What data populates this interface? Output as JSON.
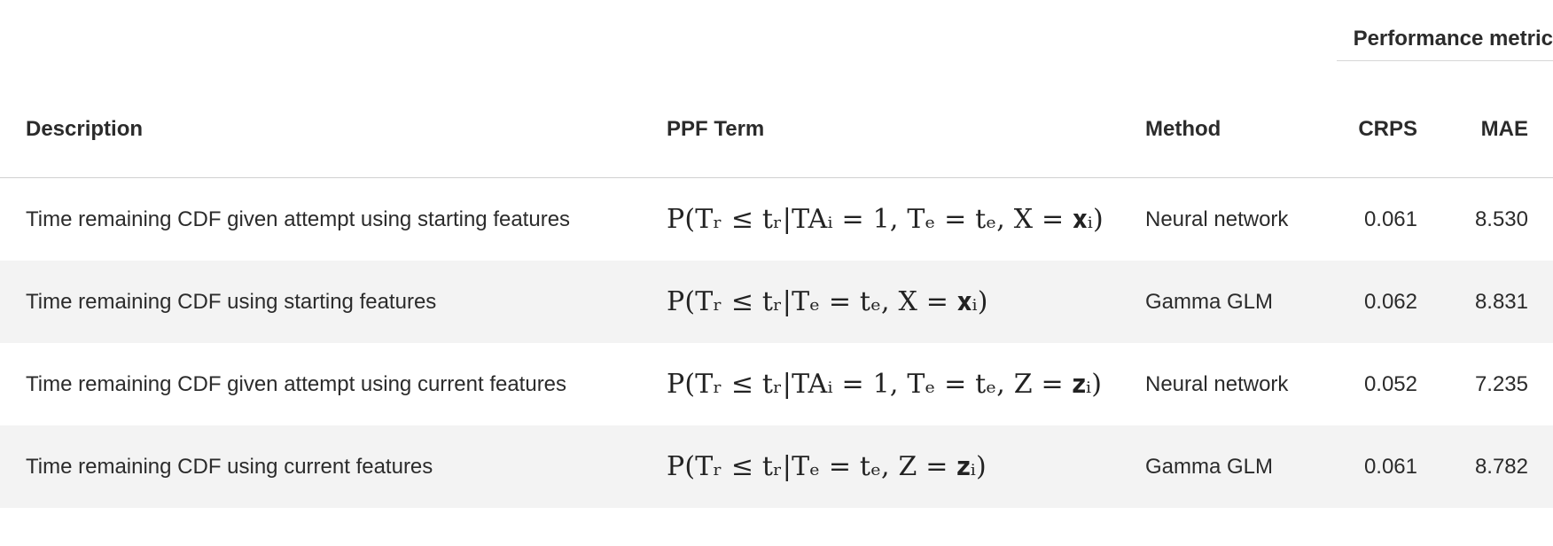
{
  "table": {
    "group_header": "Performance metric",
    "headers": {
      "description": "Description",
      "ppf_term": "PPF Term",
      "method": "Method",
      "crps": "CRPS",
      "mae": "MAE"
    },
    "rows": [
      {
        "description": "Time remaining CDF given attempt using starting features",
        "ppf_term": "P(Tᵣ ≤ tᵣ|TAᵢ = 1, Tₑ = tₑ, X = 𝐱ᵢ)",
        "method": "Neural network",
        "crps": "0.061",
        "mae": "8.530"
      },
      {
        "description": "Time remaining CDF using starting features",
        "ppf_term": "P(Tᵣ ≤ tᵣ|Tₑ = tₑ, X = 𝐱ᵢ)",
        "method": "Gamma GLM",
        "crps": "0.062",
        "mae": "8.831"
      },
      {
        "description": "Time remaining CDF given attempt using current features",
        "ppf_term": "P(Tᵣ ≤ tᵣ|TAᵢ = 1, Tₑ = tₑ, Z = 𝐳ᵢ)",
        "method": "Neural network",
        "crps": "0.052",
        "mae": "7.235"
      },
      {
        "description": "Time remaining CDF using current features",
        "ppf_term": "P(Tᵣ ≤ tᵣ|Tₑ = tₑ, Z = 𝐳ᵢ)",
        "method": "Gamma GLM",
        "crps": "0.061",
        "mae": "8.782"
      }
    ]
  }
}
